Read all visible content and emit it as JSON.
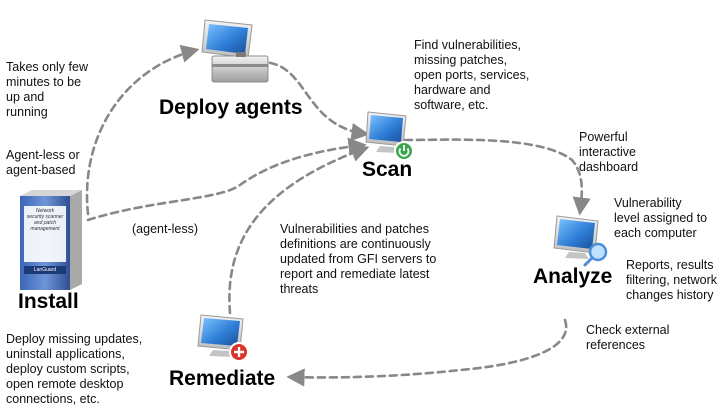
{
  "steps": {
    "deploy": "Deploy agents",
    "scan": "Scan",
    "analyze": "Analyze",
    "remediate": "Remediate",
    "install": "Install"
  },
  "notes": {
    "takes_only": "Takes only few\nminutes to be\nup and\nrunning",
    "agent_options": "Agent-less or\nagent-based",
    "agent_less": "(agent-less)",
    "find": "Find vulnerabilities,\nmissing patches,\nopen ports, services,\nhardware and\nsoftware, etc.",
    "dashboard": "Powerful\ninteractive\ndashboard",
    "level": "Vulnerability\nlevel assigned to\neach computer",
    "reports": "Reports, results\nfiltering, network\nchanges history",
    "external": "Check external\nreferences",
    "definitions": "Vulnerabilities and patches\ndefinitions are continuously\nupdated from GFI servers to\nreport and remediate latest\nthreats",
    "deploy_missing": "Deploy missing updates,\nuninstall applications,\ndeploy custom scripts,\nopen remote desktop\nconnections, etc."
  },
  "box": {
    "line1": "Network",
    "line2": "security scanner",
    "line3": "and patch",
    "line4": "management",
    "brand": "LanGuard"
  },
  "colors": {
    "arrow": "#888888",
    "monitor_screen": "#2f7fd8",
    "power_badge": "#3aa84a",
    "plus_badge": "#d9342b",
    "search_badge": "#4a8fd6"
  }
}
